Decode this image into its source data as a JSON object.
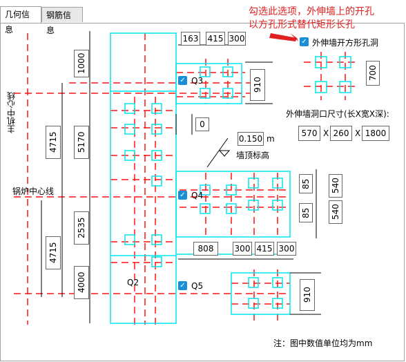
{
  "tabs": [
    {
      "label": "几何信息"
    },
    {
      "label": "钢筋信息"
    }
  ],
  "annotation": {
    "line1": "勾选此选项，外伸墙上的开孔",
    "line2": "以方孔形式替代矩形长孔"
  },
  "option": {
    "label": "外伸墙开方形孔洞",
    "checked": true
  },
  "legend_dim": "700",
  "size_section": {
    "label": "外伸墙洞口尺寸(长X宽X深):",
    "length": "570",
    "width": "260",
    "depth": "1800",
    "sep": "X"
  },
  "axis_labels": {
    "main_center": "主机中心线",
    "boiler_center": "锅炉中心线",
    "wall_top": "墙顶标高"
  },
  "dims": {
    "top_163": "163",
    "top_415": "415",
    "top_300": "300",
    "right_910a": "910",
    "zero": "0",
    "elev": "0.150",
    "elev_unit": "m",
    "left_1000": "1000",
    "left_5170": "5170",
    "left_4715a": "4715",
    "left_2535": "2535",
    "left_4715b": "4715",
    "left_4000": "4000",
    "right_85a": "85",
    "right_540a": "540",
    "right_85b": "85",
    "right_540b": "540",
    "mid_808": "808",
    "mid_300a": "300",
    "mid_415": "415",
    "mid_300b": "300",
    "right_910b": "910"
  },
  "pieces": {
    "q2": "Q2",
    "q3": "Q3",
    "q4": "Q4",
    "q5": "Q5"
  },
  "footnote": "注：图中数值单位均为mm",
  "colors": {
    "cyan": "#00e5ee",
    "red": "#ff1010",
    "check": "#1a8fd6",
    "note": "#e02020"
  }
}
